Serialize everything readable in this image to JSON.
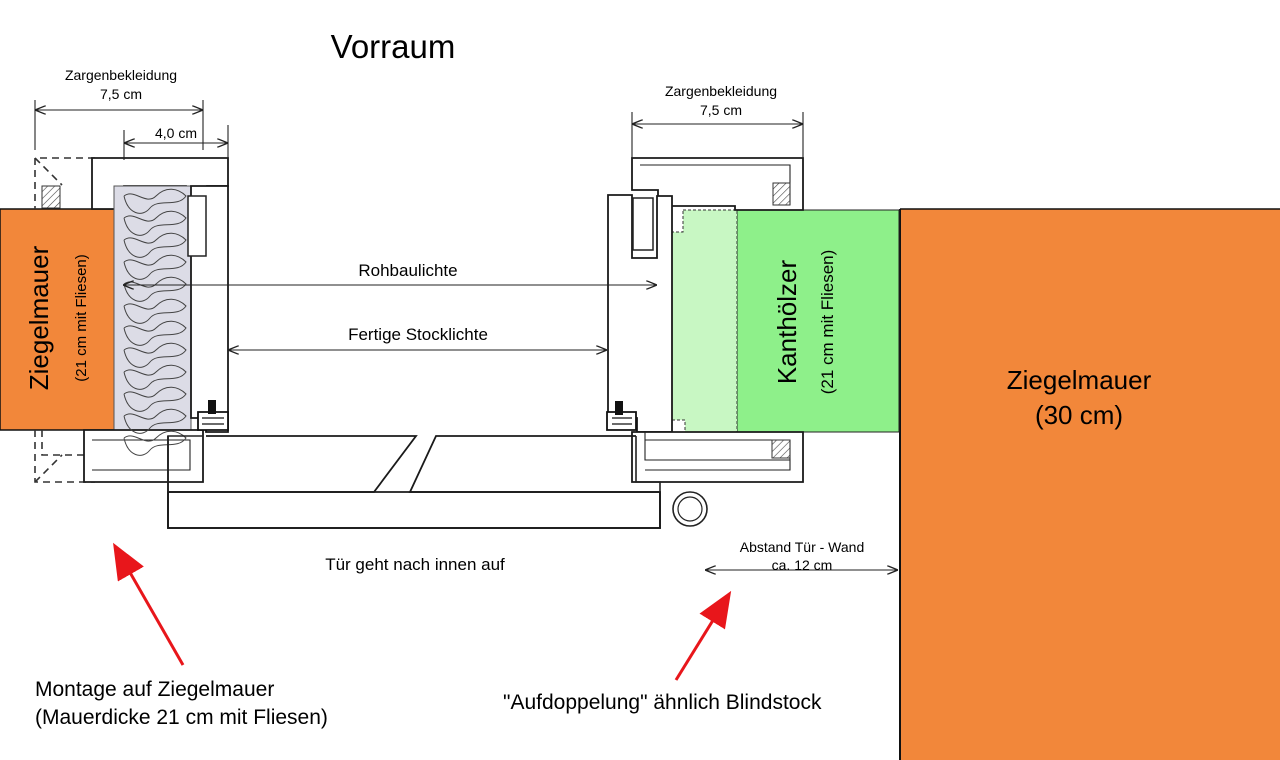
{
  "title": "Vorraum",
  "left_wall": {
    "label": "Ziegelmauer",
    "sublabel": "(21 cm mit Fliesen)"
  },
  "right_wall": {
    "label": "Ziegelmauer",
    "sublabel": "(30 cm)"
  },
  "timber": {
    "label": "Kanthölzer",
    "sublabel": "(21 cm mit Fliesen)"
  },
  "dims": {
    "left_casing_title": "Zargenbekleidung",
    "left_casing_value": "7,5 cm",
    "left_inner_value": "4,0 cm",
    "right_casing_title": "Zargenbekleidung",
    "right_casing_value": "7,5 cm",
    "rough_opening": "Rohbaulichte",
    "finished_opening": "Fertige Stocklichte",
    "gap_title": "Abstand Tür - Wand",
    "gap_value": "ca. 12 cm"
  },
  "notes": {
    "door_swing": "Tür geht nach innen auf",
    "left_note_line1": "Montage auf Ziegelmauer",
    "left_note_line2": "(Mauerdicke 21 cm mit Fliesen)",
    "right_note": "\"Aufdoppelung\" ähnlich Blindstock"
  },
  "colors": {
    "brick": "#F2873A",
    "timber_green": "#8EF08A",
    "packing_green": "#C8F7C3",
    "insulation": "#DCDCE6",
    "blue_strip": "#7BA7E0",
    "arrow_red": "#E8161B"
  }
}
